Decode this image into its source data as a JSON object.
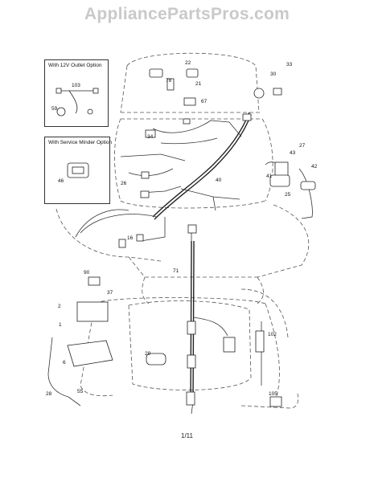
{
  "watermark": "AppliancePartsPros.com",
  "page_number": "1/11",
  "insets": {
    "outlet_title": "With 12V Outlet Option",
    "minder_title": "With Service Minder Option"
  },
  "callouts": {
    "22": "22",
    "78": "78",
    "21": "21",
    "67": "67",
    "33": "33",
    "30": "30",
    "34": "34",
    "27": "27",
    "43": "43",
    "42": "42",
    "41": "41",
    "25": "25",
    "26": "26",
    "40": "40",
    "16": "16",
    "71": "71",
    "90": "90",
    "37": "37",
    "2": "2",
    "1": "1",
    "102": "102",
    "29": "29",
    "6": "6",
    "55": "55",
    "28": "28",
    "105": "105",
    "103": "103",
    "59": "59",
    "46": "46"
  }
}
